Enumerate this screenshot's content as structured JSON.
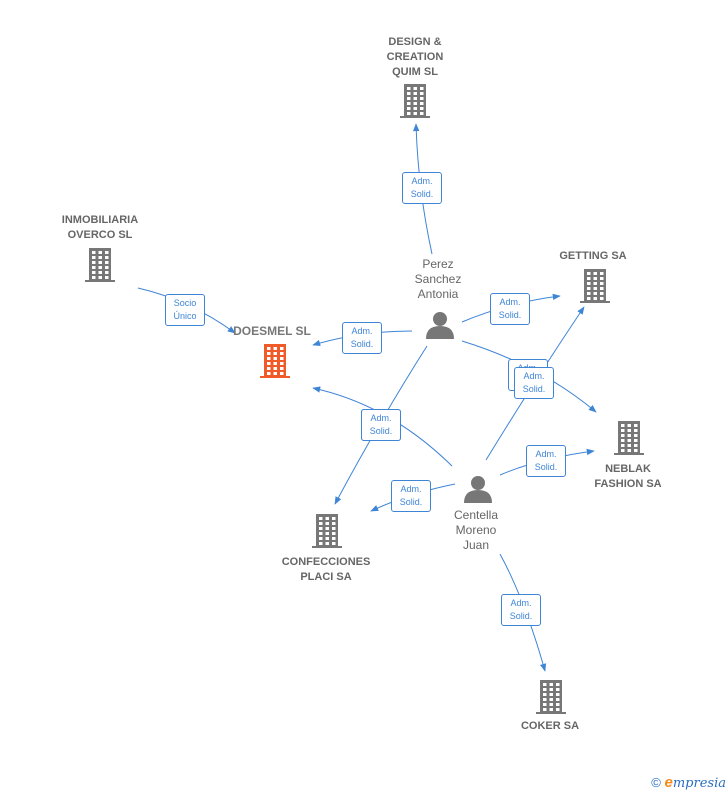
{
  "colors": {
    "edge": "#3f85d6",
    "company": "#777777",
    "main_company": "#f05a28",
    "person": "#777777"
  },
  "companies": [
    {
      "id": "design",
      "label": "DESIGN &\nCREATION\nQUIM SL",
      "icon": "building-icon"
    },
    {
      "id": "inmobiliaria",
      "label": "INMOBILIARIA\nOVERCO SL",
      "icon": "building-icon"
    },
    {
      "id": "doesmel",
      "label": "DOESMEL SL",
      "icon": "building-icon",
      "main": true
    },
    {
      "id": "getting",
      "label": "GETTING SA",
      "icon": "building-icon"
    },
    {
      "id": "neblak",
      "label": "NEBLAK\nFASHION SA",
      "icon": "building-icon"
    },
    {
      "id": "confecciones",
      "label": "CONFECCIONES\nPLACI SA",
      "icon": "building-icon"
    },
    {
      "id": "coker",
      "label": "COKER SA",
      "icon": "building-icon"
    }
  ],
  "persons": [
    {
      "id": "perez",
      "label": "Perez\nSanchez\nAntonia",
      "icon": "person-icon"
    },
    {
      "id": "centella",
      "label": "Centella\nMoreno\nJuan",
      "icon": "person-icon"
    }
  ],
  "edges": [
    {
      "from": "perez",
      "to": "design",
      "label": "Adm.\nSolid."
    },
    {
      "from": "inmobiliaria",
      "to": "doesmel",
      "label": "Socio\nÚnico"
    },
    {
      "from": "perez",
      "to": "doesmel",
      "label": "Adm.\nSolid."
    },
    {
      "from": "perez",
      "to": "getting",
      "label": "Adm.\nSolid."
    },
    {
      "from": "perez",
      "to": "neblak",
      "label": "Adm.\nSolid."
    },
    {
      "from": "perez",
      "to": "confecciones",
      "label": "Adm.\nSolid."
    },
    {
      "from": "centella",
      "to": "doesmel",
      "label": "Adm.\nSolid."
    },
    {
      "from": "centella",
      "to": "getting",
      "label": "Adm.\nSolid."
    },
    {
      "from": "centella",
      "to": "neblak",
      "label": "Adm.\nSolid."
    },
    {
      "from": "centella",
      "to": "confecciones",
      "label": "Adm.\nSolid."
    },
    {
      "from": "centella",
      "to": "coker",
      "label": "Adm.\nSolid."
    }
  ],
  "footer": {
    "copyright": "©",
    "brand_e": "e",
    "brand_rest": "mpresia"
  }
}
